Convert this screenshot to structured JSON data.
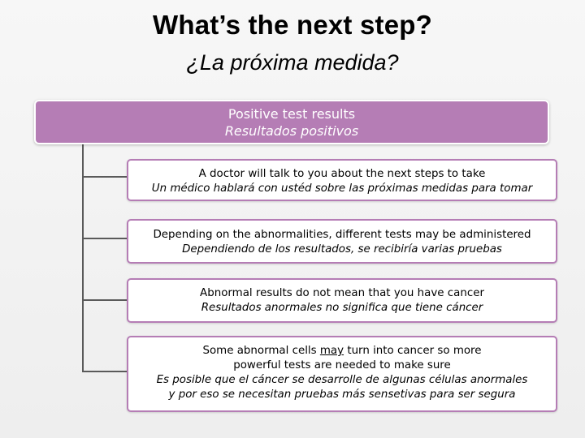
{
  "slide": {
    "title": "What’s the next step?",
    "subtitle": "¿La próxima medida?"
  },
  "diagram": {
    "header": {
      "line1": "Positive test results",
      "line2": "Resultados positivos"
    },
    "items": [
      {
        "en": "A doctor will talk to you about the next steps to take",
        "es": "Un médico hablará con ustéd sobre las próximas medidas para tomar"
      },
      {
        "en": "Depending on the abnormalities, different tests may be administered",
        "es": "Dependiendo de los resultados, se recibiría varias pruebas"
      },
      {
        "en": "Abnormal results do not mean that you have cancer",
        "es": "Resultados anormales no significa que tiene cáncer"
      },
      {
        "en_prefix": "Some abnormal cells ",
        "en_emph": "may",
        "en_suffix": " turn into cancer so more",
        "en_line2": "powerful tests are needed to make sure",
        "es_line1": "Es posible que el cáncer se desarrolle  de  algunas células anormales",
        "es_line2": "y por eso se necesitan pruebas más sensetivas para ser segura"
      }
    ],
    "colors": {
      "header_fill": "#b57db5",
      "card_border": "#b57db5",
      "connector": "#5a5a5a"
    }
  }
}
